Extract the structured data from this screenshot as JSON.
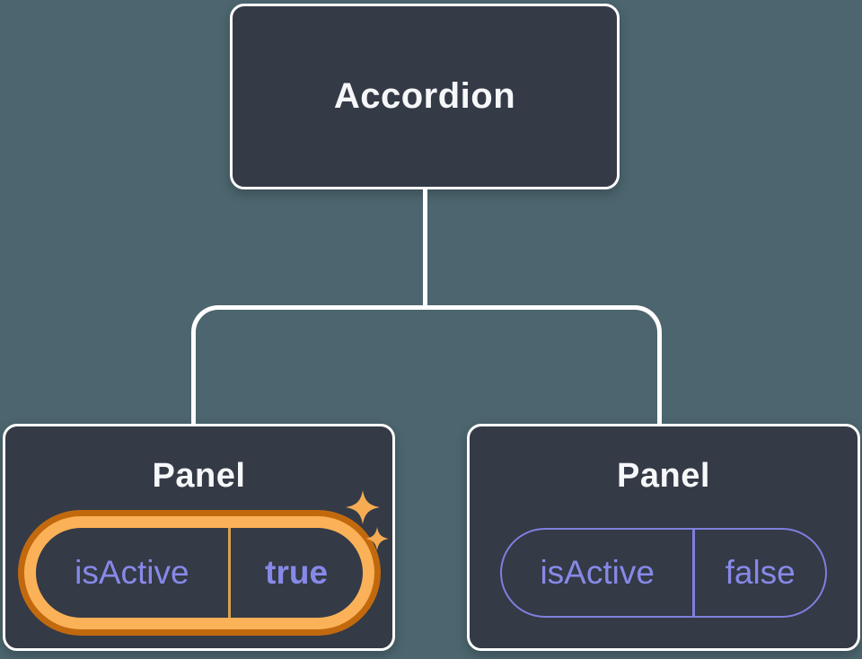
{
  "diagram": {
    "name": "component-state-tree",
    "background_color": "#4C656E",
    "node_fill_color": "#343A46",
    "node_border_color": "#FFFFFF",
    "connector_color": "#FFFFFF",
    "state_text_color": "#8789E8",
    "pill_border_color": "#7F7FDE",
    "highlight_ring_light": "#FBB157",
    "highlight_ring_dark": "#C2690E",
    "highlight_divider_color": "#DB9E4E",
    "sparkle_color": "#F5AC52",
    "root": {
      "label": "Accordion"
    },
    "children": [
      {
        "label": "Panel",
        "highlighted": true,
        "state": {
          "key": "isActive",
          "value": "true"
        }
      },
      {
        "label": "Panel",
        "highlighted": false,
        "state": {
          "key": "isActive",
          "value": "false"
        }
      }
    ]
  }
}
